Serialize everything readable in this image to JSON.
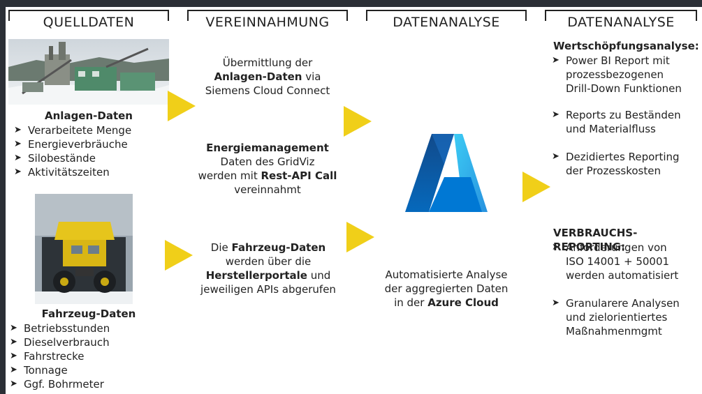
{
  "headers": [
    "QUELLDATEN",
    "VEREINNAHMUNG",
    "DATENANALYSE",
    "DATENANALYSE"
  ],
  "quelldaten": {
    "anlagen_title": "Anlagen-Daten",
    "anlagen_items": [
      "Verarbeitete Menge",
      "Energieverbräuche",
      "Silobestände",
      "Aktivitätszeiten"
    ],
    "fahrzeug_title": "Fahrzeug-Daten",
    "fahrzeug_items": [
      "Betriebsstunden",
      "Dieselverbrauch",
      "Fahrstrecke",
      "Tonnage",
      "Ggf. Bohrmeter"
    ]
  },
  "vereinnahmung": {
    "block1": {
      "l1": "Übermittlung der",
      "l2_bold": "Anlagen-Daten",
      "l2_rest": " via",
      "l3": "Siemens Cloud Connect"
    },
    "block2": {
      "l1_bold": "Energiemanagement",
      "l2": "Daten des GridViz",
      "l3_pre": "werden mit ",
      "l3_bold": "Rest-API Call",
      "l4": "vereinnahmt"
    },
    "block3": {
      "l1_pre": "Die ",
      "l1_bold": "Fahrzeug-Daten",
      "l2": "werden über die",
      "l3_bold": "Herstellerportale",
      "l3_rest": " und",
      "l4": "jeweiligen APIs abgerufen"
    }
  },
  "analyse": {
    "l1": "Automatisierte Analyse",
    "l2": "der aggregierten Daten",
    "l3_pre": "in der ",
    "l3_bold": "Azure Cloud"
  },
  "ergebnis": {
    "wert_title": "Wertschöpfungsanalyse:",
    "wert_items": [
      [
        "Power BI Report mit",
        "prozessbezogenen",
        "Drill-Down Funktionen"
      ],
      [
        "Reports zu Beständen",
        "und Materialfluss"
      ],
      [
        "Dezidiertes Reporting",
        "der Prozesskosten"
      ]
    ],
    "verb_title": "VERBRAUCHS-REPORTING:",
    "verb_items": [
      [
        "Anforderungen von",
        "ISO 14001 + 50001",
        "werden automatisiert"
      ],
      [
        "Granularere Analysen",
        "und zielorientiertes",
        "Maßnahmenmgmt"
      ]
    ]
  },
  "icons": {
    "bullet": "➤",
    "logo": "azure-logo"
  },
  "colors": {
    "arrow": "#f0cf19",
    "azure_light": "#36a9f0",
    "azure_dark": "#0a4fa8"
  }
}
